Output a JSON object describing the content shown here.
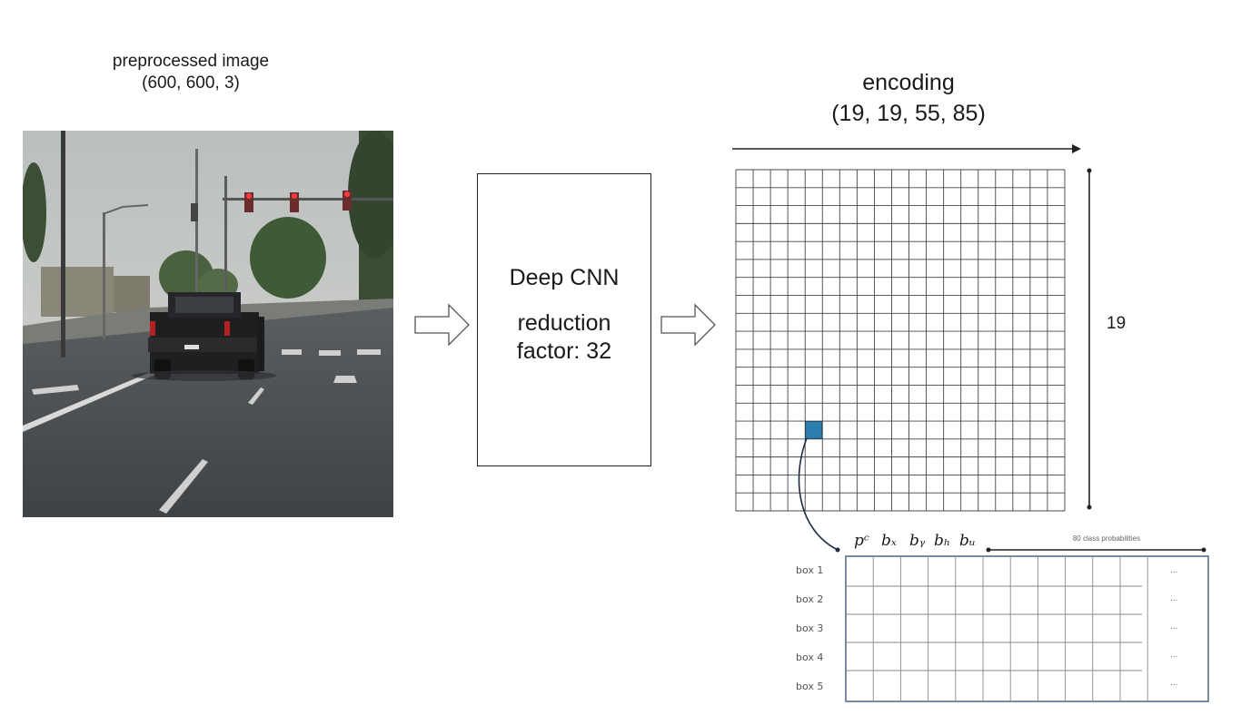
{
  "input": {
    "title": "preprocessed image",
    "shape": "(600, 600, 3)"
  },
  "cnn": {
    "title": "Deep CNN",
    "line1": "reduction",
    "line2": "factor: 32"
  },
  "encoding": {
    "title": "encoding",
    "shape": "(19, 19, 55, 85)",
    "side_label": "19",
    "grid_size": 19,
    "highlight_cell": {
      "col": 4,
      "row": 14
    },
    "highlight_color": "#2a7fb0"
  },
  "detail": {
    "vector_labels": [
      "pᶜ",
      "bₓ",
      "bᵧ",
      "bₕ",
      "bᵤ"
    ],
    "class_label": "80 class probabilities",
    "rows": [
      "box 1",
      "box 2",
      "box 3",
      "box 4",
      "box 5"
    ],
    "ellipsis": "..."
  },
  "colors": {
    "grid_line": "#444444",
    "detail_border": "#5a6f86",
    "detail_line": "#8a8a8a"
  }
}
